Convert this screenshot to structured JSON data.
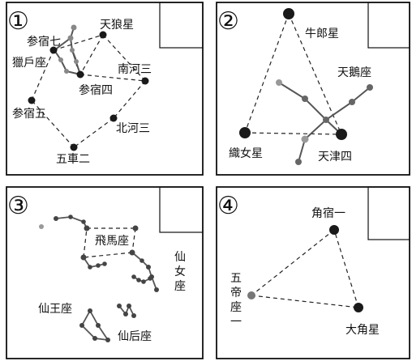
{
  "panels": [
    {
      "number": "①",
      "labels": {
        "shen_qi": "参宿七",
        "tianlang": "天狼星",
        "liehu": "獵戶座",
        "nanhe": "南河三",
        "shen_si": "参宿四",
        "shen_wu": "参宿五",
        "beihe": "北河三",
        "wuche": "五車二"
      }
    },
    {
      "number": "②",
      "labels": {
        "niulang": "牛郎星",
        "tiane": "天鵝座",
        "zhinv": "織女星",
        "tianjin": "天津四"
      }
    },
    {
      "number": "③",
      "labels": {
        "feima": "飛馬座",
        "xiannv": [
          "仙",
          "女",
          "座"
        ],
        "xianwang": "仙王座",
        "xianhou": "仙后座"
      }
    },
    {
      "number": "④",
      "labels": {
        "jiaosu": "角宿一",
        "wudi": [
          "五",
          "帝",
          "座",
          "一"
        ],
        "dajiao": "大角星"
      }
    }
  ],
  "colors": {
    "star_dark": "#1a1a1a",
    "star_mid": "#555555",
    "star_light": "#9a9a9a",
    "line": "#222222"
  }
}
